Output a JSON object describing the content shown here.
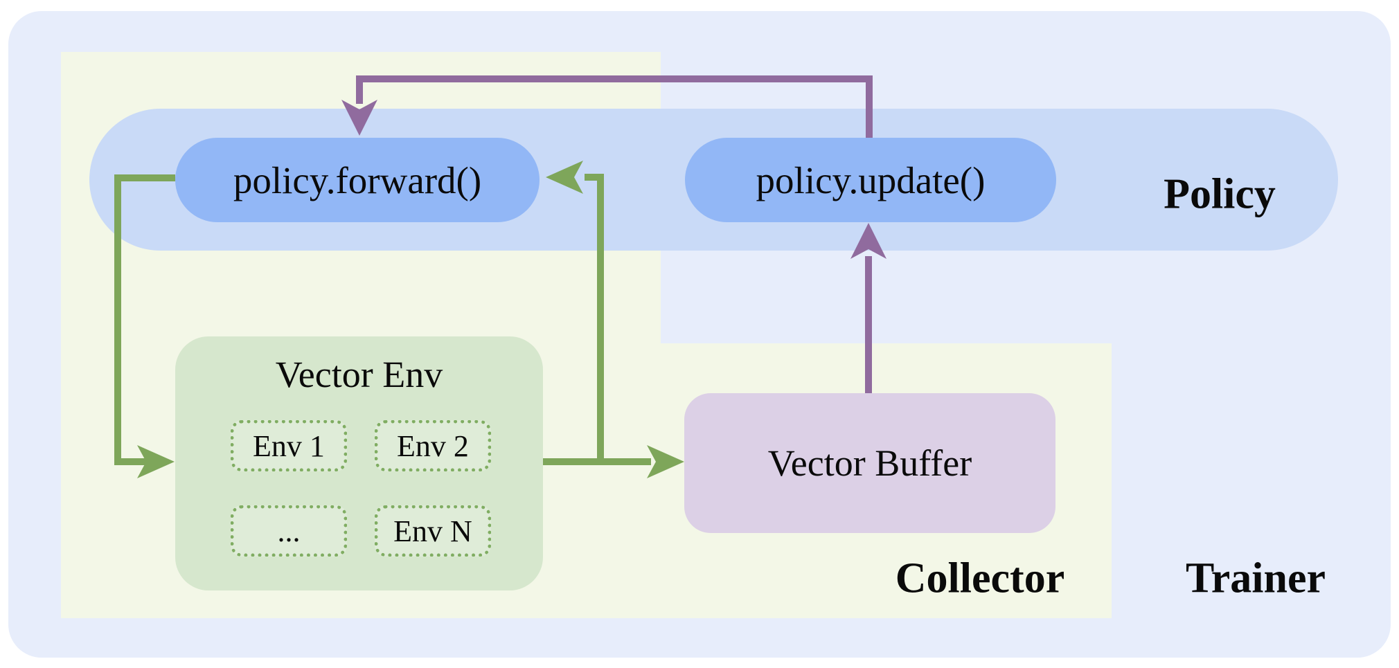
{
  "colors": {
    "page_bg": "#ffffff",
    "trainer_panel": "#e7edfb",
    "collector_panel": "#f3f7e7",
    "policy_band": "#c9daf7",
    "pill_fill": "#92b7f6",
    "env_box_fill": "#d6e7cd",
    "env_chip_fill": "#dfecd8",
    "env_chip_border": "#80ad62",
    "buffer_fill": "#dcd0e6",
    "arrow_green": "#7ea65a",
    "arrow_purple": "#906b9e",
    "text": "#0a0a0a"
  },
  "labels": {
    "trainer": "Trainer",
    "collector": "Collector",
    "policy": "Policy"
  },
  "policy": {
    "forward_method": "policy.forward()",
    "update_method": "policy.update()"
  },
  "vector_env": {
    "title": "Vector Env",
    "envs": [
      "Env 1",
      "Env 2",
      "...",
      "Env N"
    ]
  },
  "vector_buffer": {
    "title": "Vector Buffer"
  }
}
